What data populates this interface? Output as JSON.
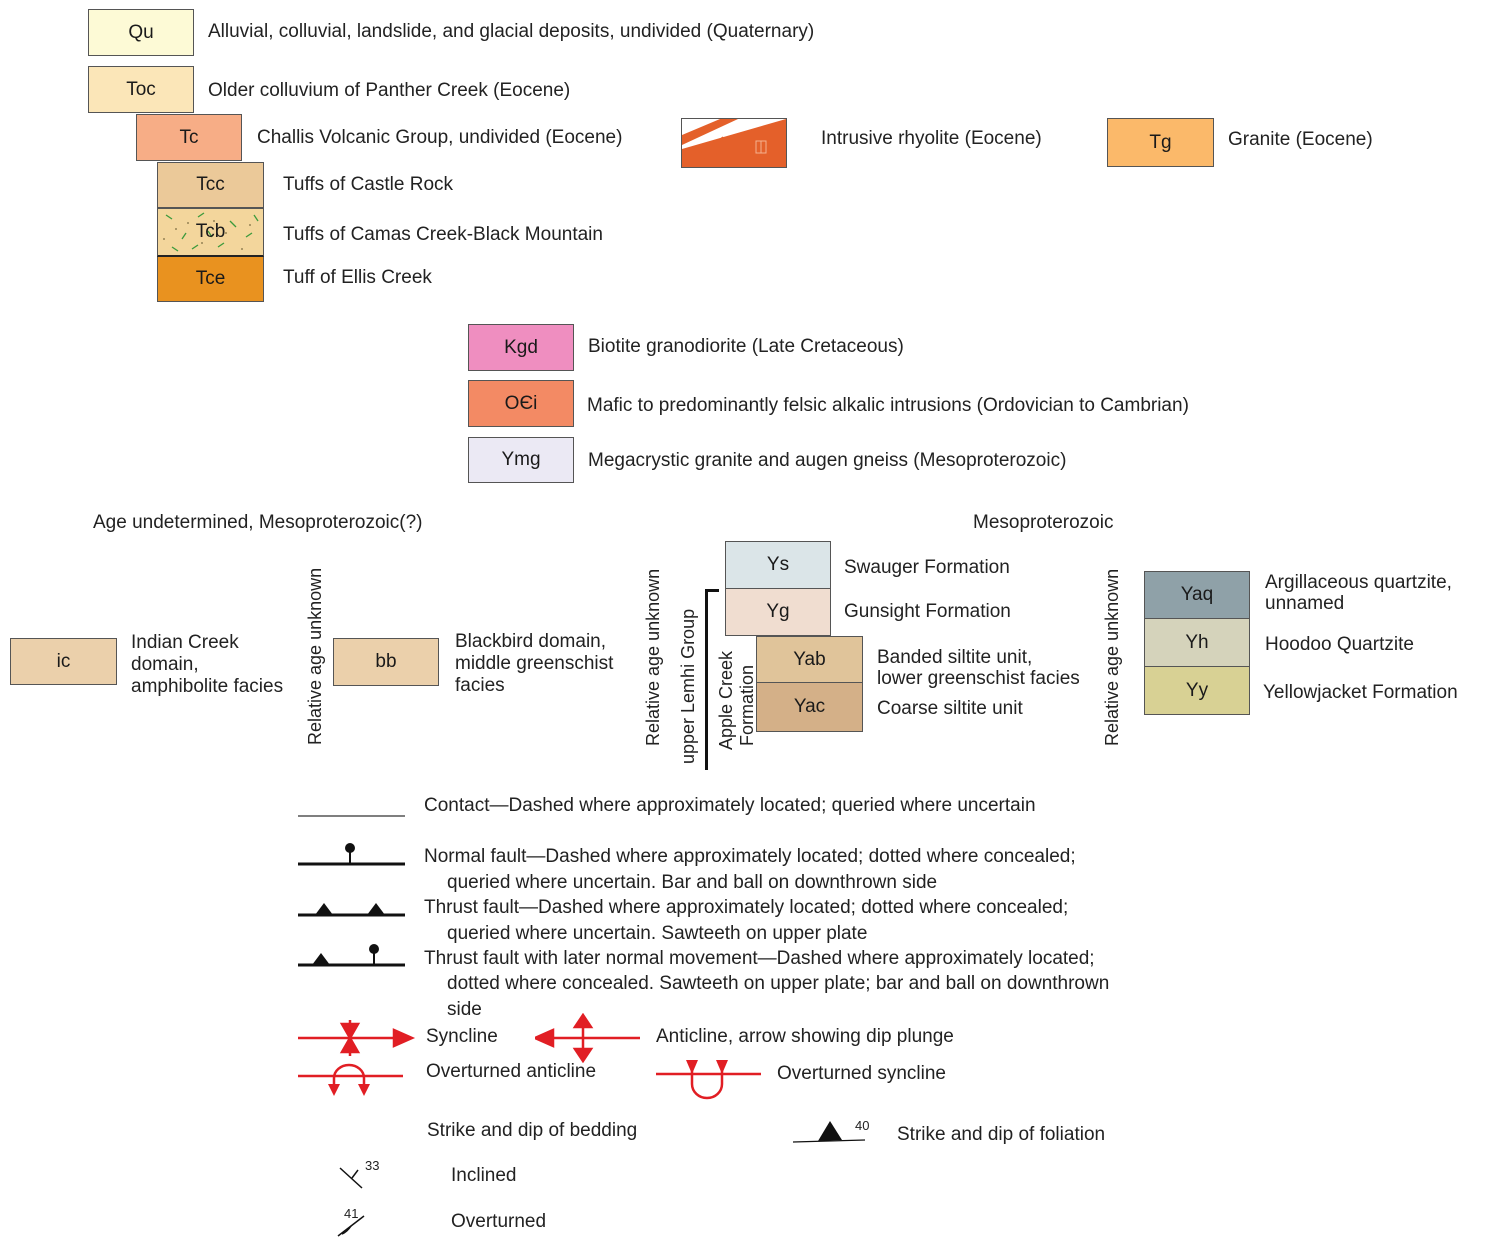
{
  "colors": {
    "Qu": "#fdfad6",
    "Toc": "#fbe6b8",
    "Tc": "#f7ad86",
    "Tcc": "#ebc999",
    "Tcb": "#f3d69c",
    "Tce": "#e9921f",
    "Tg": "#fbb96a",
    "rhyolite": "#e4602a",
    "Kgd": "#ef8ec0",
    "OCi": "#f38a64",
    "Ymg": "#ebe9f4",
    "ic": "#ebd0ab",
    "bb": "#ebd0ab",
    "Ys": "#dbe5e8",
    "Yg": "#f0ddd0",
    "Yab": "#e0c49a",
    "Yac": "#d4b088",
    "Yaq": "#8fa1a8",
    "Yh": "#d5d3bb",
    "Yy": "#d8d194",
    "fold": "#e11e24"
  },
  "units": {
    "Qu": {
      "label": "Qu",
      "desc": "Alluvial, colluvial, landslide, and glacial deposits, undivided (Quaternary)"
    },
    "Toc": {
      "label": "Toc",
      "desc": "Older colluvium of Panther Creek (Eocene)"
    },
    "Tc": {
      "label": "Tc",
      "desc": "Challis Volcanic Group, undivided (Eocene)"
    },
    "Tcc": {
      "label": "Tcc",
      "desc": "Tuffs of Castle Rock"
    },
    "Tcb": {
      "label": "Tcb",
      "desc": "Tuffs of Camas Creek-Black Mountain"
    },
    "Tce": {
      "label": "Tce",
      "desc": "Tuff of Ellis Creek"
    },
    "Trh": {
      "desc": "Intrusive rhyolite (Eocene)"
    },
    "Tg": {
      "label": "Tg",
      "desc": "Granite (Eocene)"
    },
    "Kgd": {
      "label": "Kgd",
      "desc": "Biotite granodiorite (Late Cretaceous)"
    },
    "OCi": {
      "label": "OЄi",
      "desc": "Mafic to predominantly felsic alkalic intrusions (Ordovician to Cambrian)"
    },
    "Ymg": {
      "label": "Ymg",
      "desc": "Megacrystic granite and augen gneiss (Mesoproterozoic)"
    },
    "ic": {
      "label": "ic",
      "desc1": "Indian Creek",
      "desc2": "domain,",
      "desc3": "amphibolite facies"
    },
    "bb": {
      "label": "bb",
      "desc1": "Blackbird domain,",
      "desc2": "middle greenschist",
      "desc3": "facies"
    },
    "Ys": {
      "label": "Ys",
      "desc": "Swauger Formation"
    },
    "Yg": {
      "label": "Yg",
      "desc": "Gunsight Formation"
    },
    "Yab": {
      "label": "Yab",
      "desc1": "Banded siltite unit,",
      "desc2": "lower greenschist facies"
    },
    "Yac": {
      "label": "Yac",
      "desc": "Coarse siltite unit"
    },
    "Yaq": {
      "label": "Yaq",
      "desc1": "Argillaceous quartzite,",
      "desc2": "unnamed"
    },
    "Yh": {
      "label": "Yh",
      "desc": "Hoodoo Quartzite"
    },
    "Yy": {
      "label": "Yy",
      "desc": "Yellowjacket Formation"
    }
  },
  "headings": {
    "age_undetermined": "Age undetermined, Mesoproterozoic(?)",
    "mesoproterozoic": "Mesoproterozoic",
    "relative_age": "Relative age unknown",
    "upper_lemhi": "upper Lemhi Group",
    "apple_creek_1": "Apple Creek",
    "apple_creek_2": "Formation"
  },
  "symbols": {
    "contact": "Contact—Dashed where approximately located; queried where uncertain",
    "normal_fault_1": "Normal fault—Dashed where approximately located; dotted where concealed;",
    "normal_fault_2": "queried where uncertain. Bar and ball on downthrown side",
    "thrust_fault_1": "Thrust fault—Dashed where approximately located; dotted where concealed;",
    "thrust_fault_2": "queried where uncertain. Sawteeth on upper plate",
    "thrust_normal_1": "Thrust fault with later normal movement—Dashed where approximately located;",
    "thrust_normal_2": "dotted where concealed. Sawteeth on upper plate; bar and ball on downthrown",
    "thrust_normal_3": "side",
    "syncline": "Syncline",
    "anticline": "Anticline, arrow showing dip plunge",
    "overturned_anticline": "Overturned anticline",
    "overturned_syncline": "Overturned syncline",
    "bedding": "Strike and dip of bedding",
    "foliation": "Strike and dip of foliation",
    "foliation_value": "40",
    "inclined": "Inclined",
    "inclined_value": "33",
    "overturned": "Overturned",
    "overturned_value": "41"
  }
}
